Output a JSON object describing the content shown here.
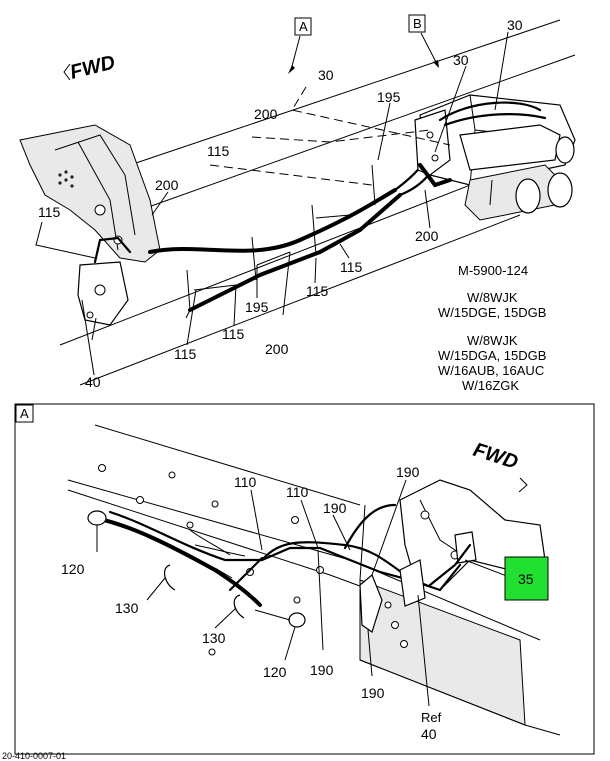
{
  "top_view": {
    "fwd_label": "FWD",
    "view_a_tag": "A",
    "view_b_tag": "B",
    "callouts": {
      "c30_a": "30",
      "c30_b": "30",
      "c30_c": "30",
      "c200_a": "200",
      "c200_b": "200",
      "c200_c": "200",
      "c200_d": "200",
      "c115_a": "115",
      "c115_b": "115",
      "c115_c": "115",
      "c115_d": "115",
      "c115_e": "115",
      "c115_f": "115",
      "c195_a": "195",
      "c195_b": "195",
      "c40": "40"
    },
    "model_code": "M-5900-124",
    "note_group_1": [
      "W/8WJK",
      "W/15DGE, 15DGB"
    ],
    "note_group_2": [
      "W/8WJK",
      "W/15DGA, 15DGB",
      "W/16AUB, 16AUC",
      "W/16ZGK"
    ]
  },
  "detail_a": {
    "view_tag": "A",
    "fwd_label": "FWD",
    "callouts": {
      "c110_a": "110",
      "c110_b": "110",
      "c190_a": "190",
      "c190_b": "190",
      "c190_c": "190",
      "c190_d": "190",
      "c120_a": "120",
      "c120_b": "120",
      "c130_a": "130",
      "c130_b": "130",
      "c35": "35",
      "ref": "Ref",
      "c40": "40"
    },
    "highlight_color": "#22e030"
  },
  "footer": {
    "doc_number": "20-410-0007-01"
  }
}
